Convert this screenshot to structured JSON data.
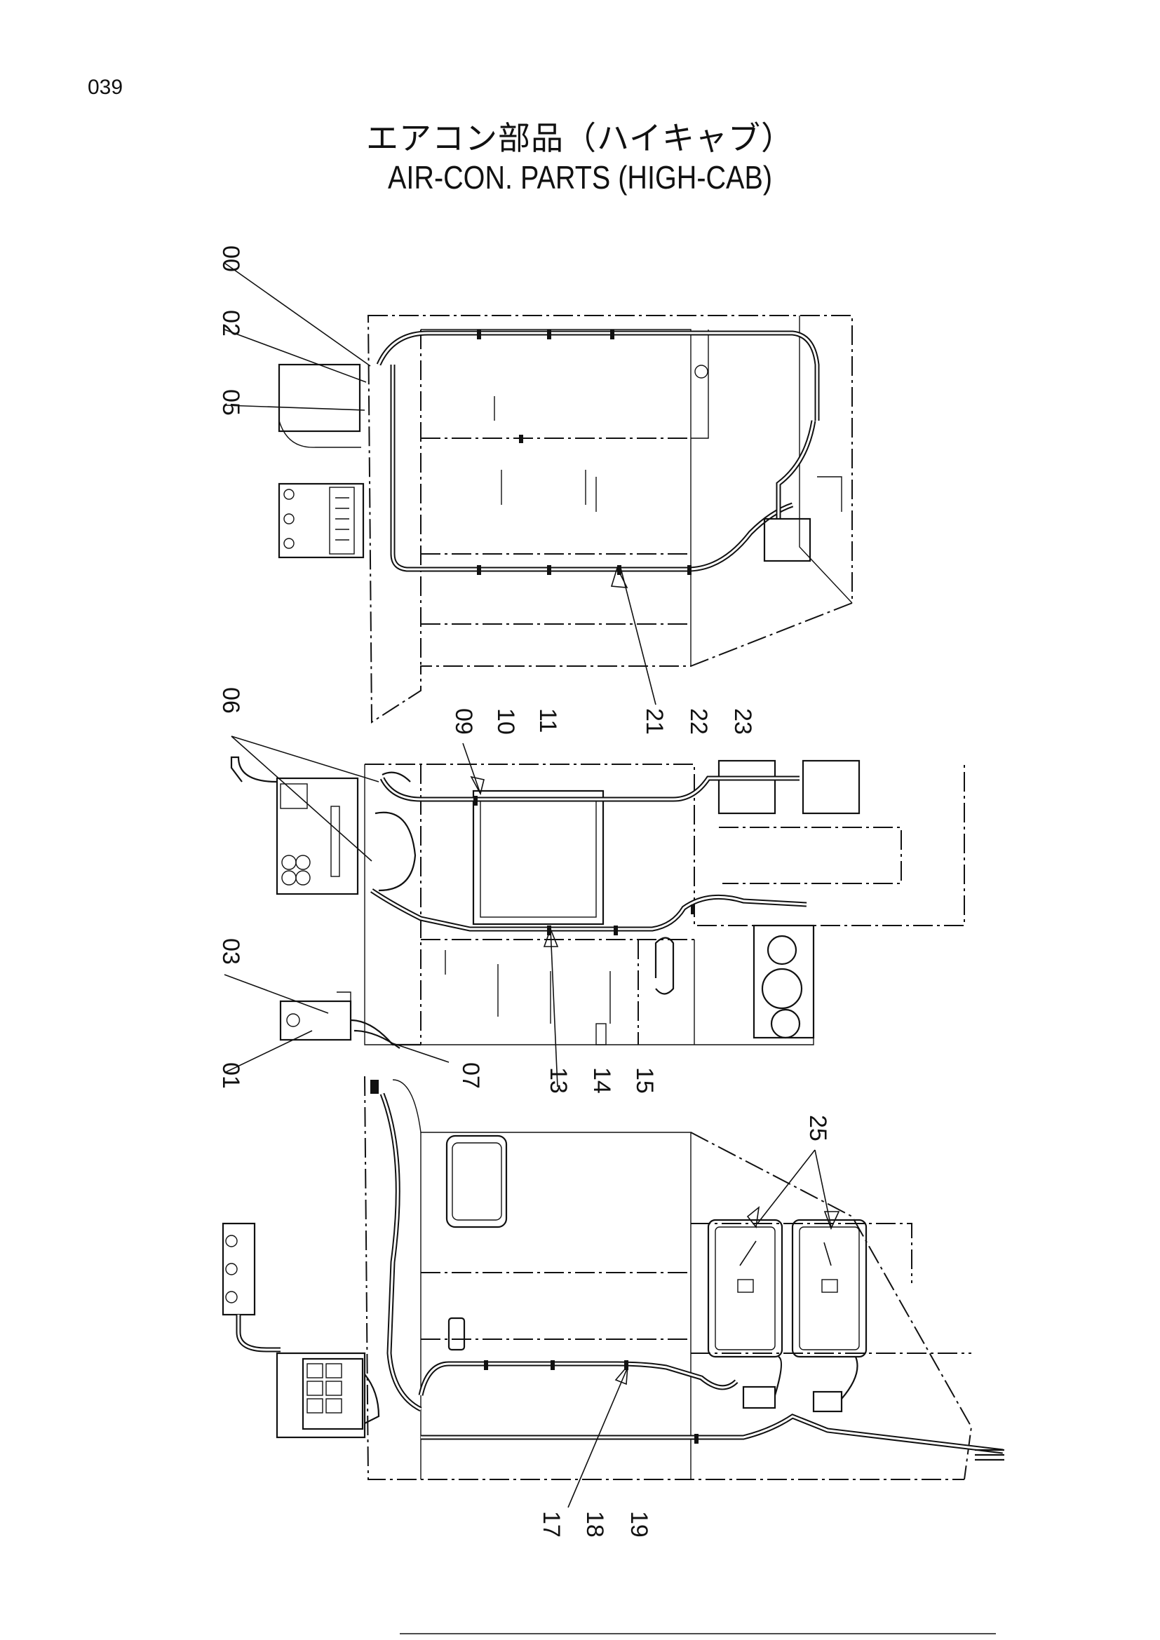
{
  "page": {
    "number": "039"
  },
  "title": {
    "japanese": "エアコン部品（ハイキャブ）",
    "english": "AIR-CON. PARTS (HIGH-CAB)"
  },
  "callouts": {
    "view1": [
      "00",
      "02",
      "05",
      "21",
      "22",
      "23"
    ],
    "view2": [
      "06",
      "09",
      "10",
      "11",
      "03",
      "01",
      "07",
      "13",
      "14",
      "15"
    ],
    "view3": [
      "25",
      "17",
      "18",
      "19"
    ]
  }
}
